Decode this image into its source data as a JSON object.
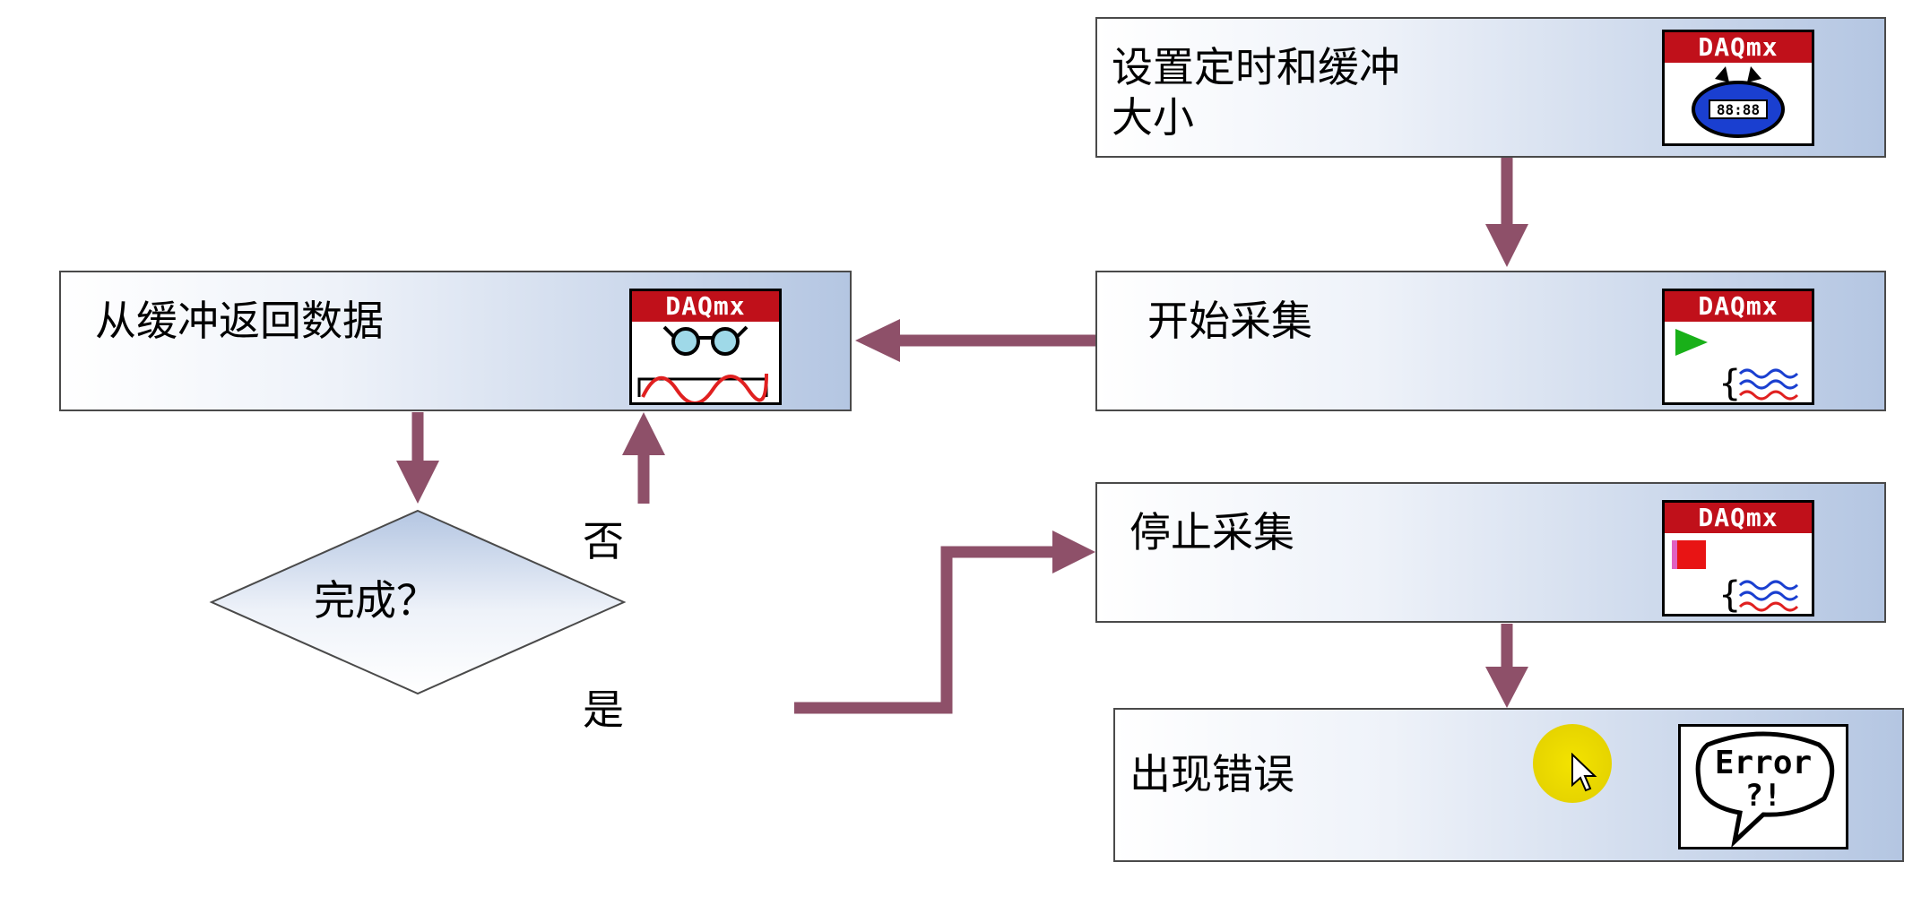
{
  "nodes": {
    "set_timing": {
      "label": "设置定时和缓冲\n大小",
      "icon": "daqmx-timing-icon",
      "icon_header": "DAQmx"
    },
    "start_acq": {
      "label": "开始采集",
      "icon": "daqmx-start-icon",
      "icon_header": "DAQmx"
    },
    "read_buffer": {
      "label": "从缓冲返回数据",
      "icon": "daqmx-read-icon",
      "icon_header": "DAQmx"
    },
    "stop_acq": {
      "label": "停止采集",
      "icon": "daqmx-stop-icon",
      "icon_header": "DAQmx"
    },
    "error": {
      "label": "出现错误",
      "icon": "error-bubble-icon",
      "icon_text_1": "Error",
      "icon_text_2": "?!"
    },
    "done_decision": {
      "label": "完成？"
    }
  },
  "edges": {
    "no_label": "否",
    "yes_label": "是"
  },
  "colors": {
    "arrow": "#8e5069",
    "box_gradient_end": "#b4c6e2",
    "diamond_fill": "#b4c6e2",
    "icon_header": "#c0101a",
    "cursor_highlight": "#f3e300"
  }
}
